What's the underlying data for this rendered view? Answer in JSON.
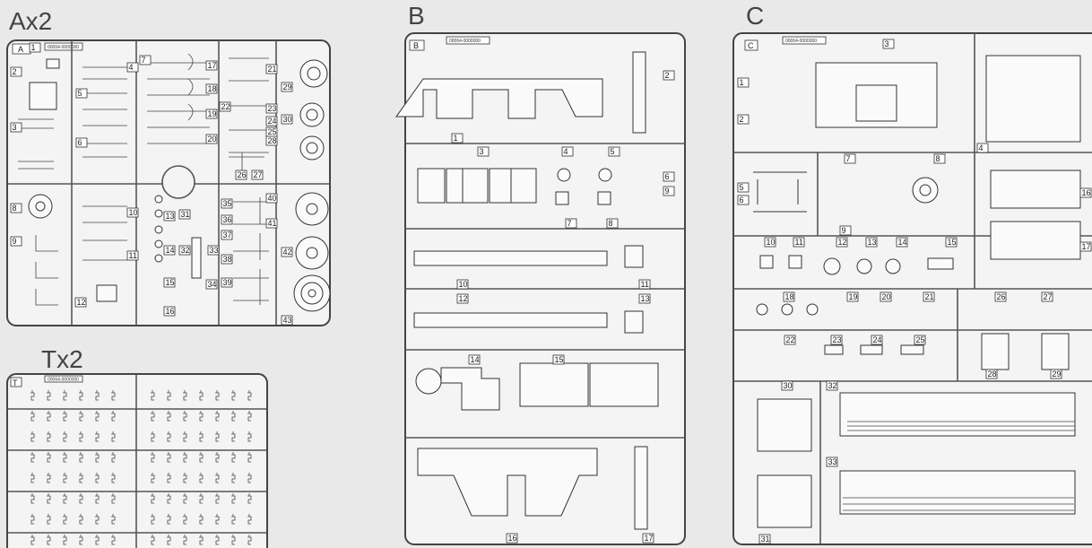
{
  "sprues": [
    {
      "title": "Ax2",
      "letter": "A",
      "code": "00064-0000000",
      "numbers": [
        "1",
        "2",
        "3",
        "4",
        "5",
        "6",
        "7",
        "8",
        "9",
        "10",
        "11",
        "12",
        "13",
        "14",
        "15",
        "16",
        "17",
        "18",
        "19",
        "20",
        "21",
        "22",
        "23",
        "24",
        "25",
        "26",
        "27",
        "28",
        "29",
        "30",
        "31",
        "32",
        "33",
        "34",
        "35",
        "36",
        "37",
        "38",
        "39",
        "40",
        "41",
        "42",
        "43"
      ]
    },
    {
      "title": "Tx2",
      "letter": "T",
      "code": "00064-0000000"
    },
    {
      "title": "B",
      "letter": "B",
      "code": "00064-0000000",
      "numbers": [
        "1",
        "2",
        "3",
        "4",
        "5",
        "6",
        "7",
        "8",
        "9",
        "10",
        "11",
        "12",
        "13",
        "14",
        "15",
        "16",
        "17"
      ]
    },
    {
      "title": "C",
      "letter": "C",
      "code": "00064-0000000",
      "numbers": [
        "1",
        "2",
        "3",
        "4",
        "5",
        "6",
        "7",
        "8",
        "9",
        "10",
        "11",
        "12",
        "13",
        "14",
        "15",
        "16",
        "17",
        "18",
        "19",
        "20",
        "21",
        "22",
        "23",
        "24",
        "25",
        "26",
        "27",
        "28",
        "29",
        "30",
        "31",
        "32",
        "33"
      ]
    }
  ]
}
